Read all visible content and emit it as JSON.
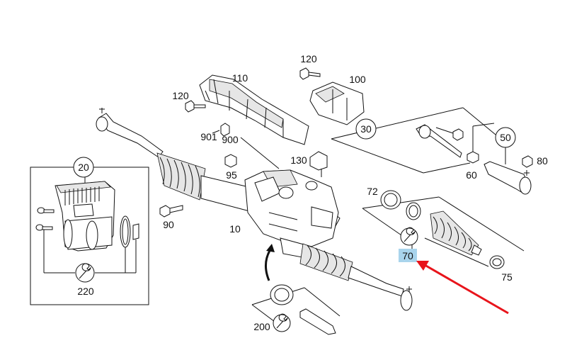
{
  "labels": {
    "p10": "10",
    "p20": "20",
    "p30": "30",
    "p50": "50",
    "p60": "60",
    "p70": "70",
    "p72": "72",
    "p75": "75",
    "p80": "80",
    "p90": "90",
    "p95": "95",
    "p100": "100",
    "p110": "110",
    "p120a": "120",
    "p120b": "120",
    "p130": "130",
    "p200": "200",
    "p220": "220",
    "p900": "900",
    "p901": "901"
  },
  "icons": {
    "wrench": "wrench-icon",
    "arrow": "red-arrow-icon",
    "curved_arrow": "curved-arrow-icon"
  },
  "colors": {
    "highlight": "#a9d4ec",
    "arrow": "#e8141b",
    "line": "#111111"
  }
}
